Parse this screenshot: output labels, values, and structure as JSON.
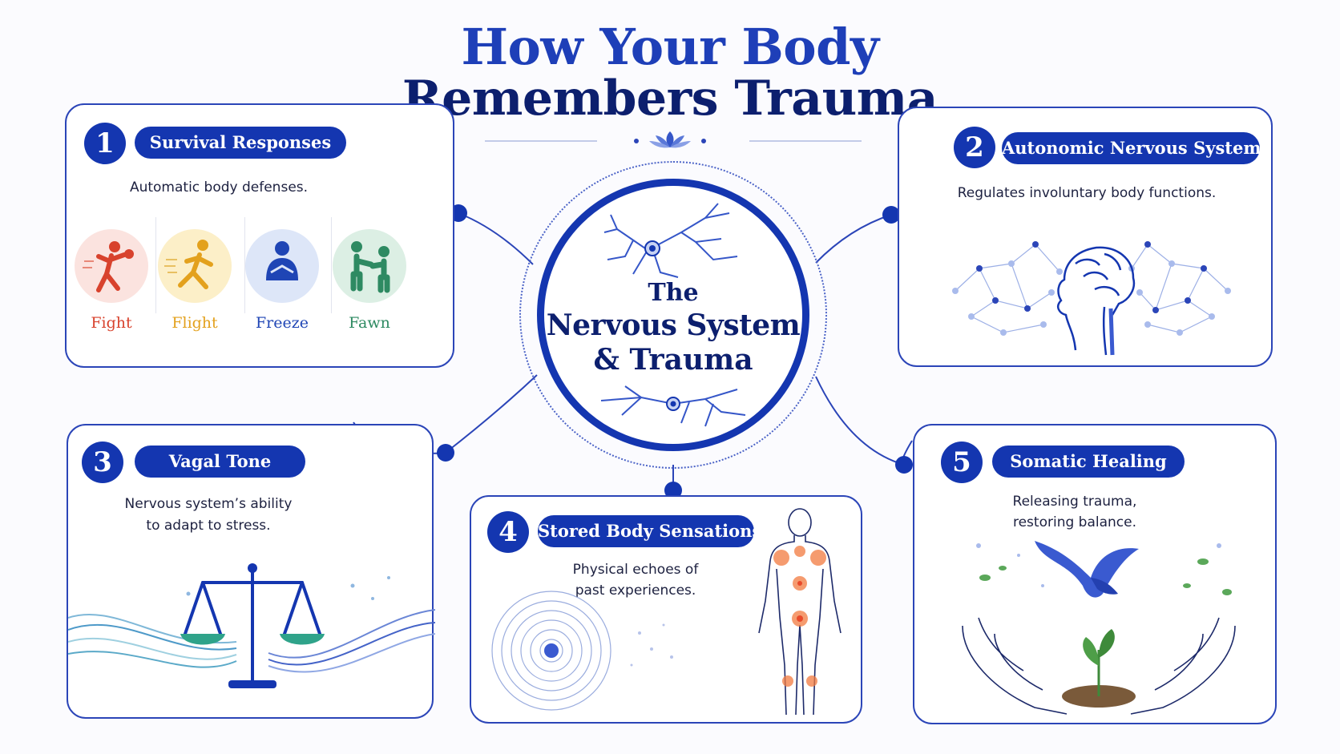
{
  "title": {
    "line1": "How Your Body",
    "line2": "Remembers Trauma"
  },
  "center": {
    "line1": "The",
    "line2": "Nervous System",
    "line3": "& Trauma"
  },
  "colors": {
    "primary": "#1436b0",
    "title_blue": "#1e3fb8",
    "fight": "#d8422d",
    "flight": "#e3a11d",
    "freeze": "#1f45b5",
    "fawn": "#2e8a62"
  },
  "cards": [
    {
      "number": "1",
      "title": "Survival Responses",
      "description": "Automatic body defenses.",
      "responses": [
        {
          "label": "Fight",
          "icon": "fight-figure-icon"
        },
        {
          "label": "Flight",
          "icon": "running-figure-icon"
        },
        {
          "label": "Freeze",
          "icon": "frozen-figure-icon"
        },
        {
          "label": "Fawn",
          "icon": "two-figures-icon"
        }
      ]
    },
    {
      "number": "2",
      "title": "Autonomic Nervous System",
      "description": "Regulates involuntary body functions.",
      "icon": "brain-network-icon"
    },
    {
      "number": "3",
      "title": "Vagal Tone",
      "description_line1": "Nervous system’s ability",
      "description_line2": "to adapt to stress.",
      "icon": "balance-scale-icon"
    },
    {
      "number": "4",
      "title": "Stored Body Sensations",
      "description_line1": "Physical echoes of",
      "description_line2": "past experiences.",
      "icon": "body-sensation-icon"
    },
    {
      "number": "5",
      "title": "Somatic Healing",
      "description_line1": "Releasing trauma,",
      "description_line2": "restoring balance.",
      "icon": "hands-sprout-bird-icon"
    }
  ]
}
